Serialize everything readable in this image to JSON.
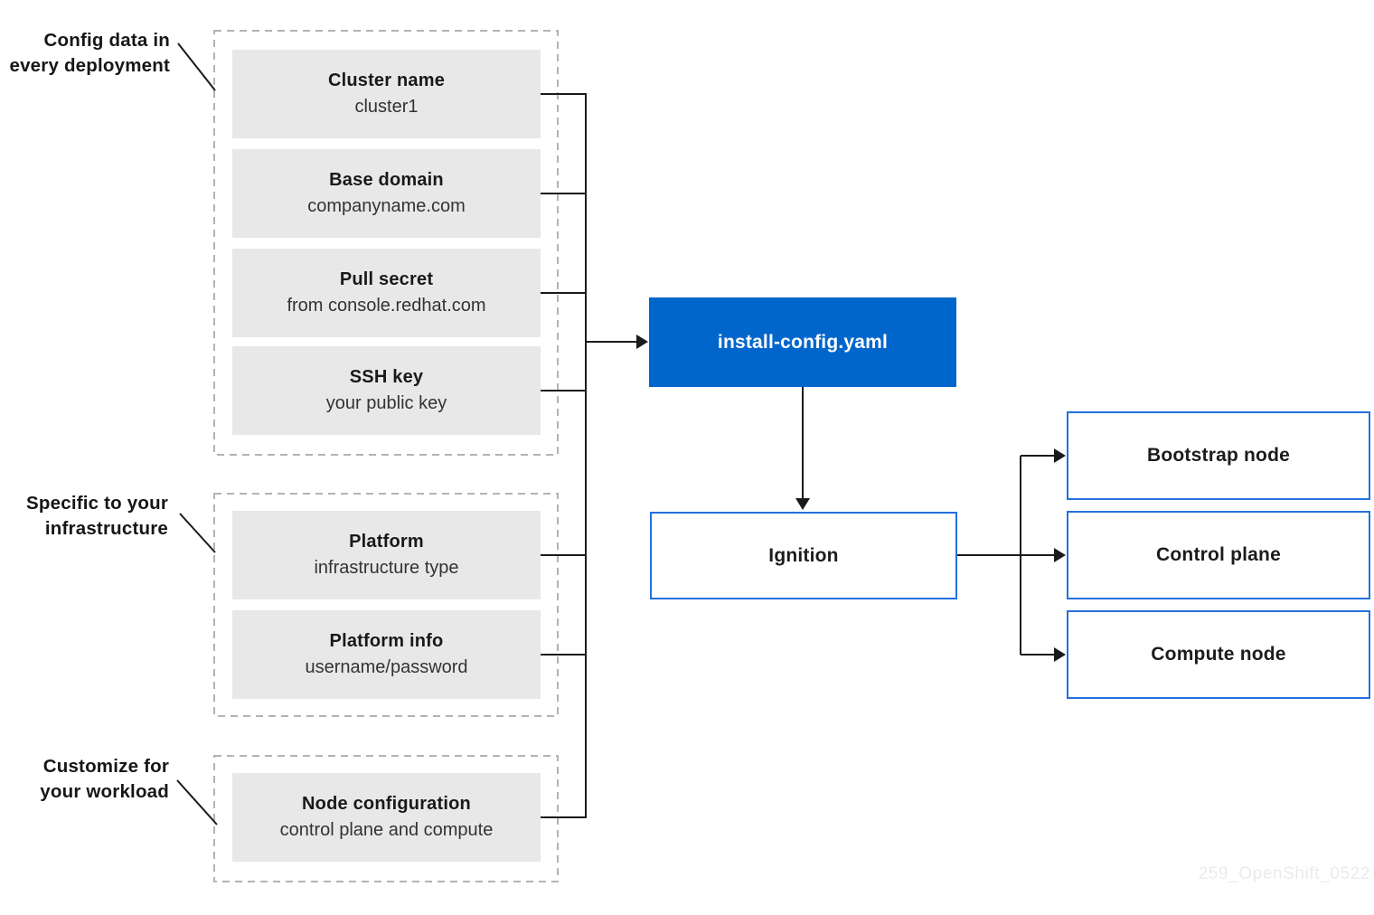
{
  "diagram": {
    "side_labels": [
      {
        "line1": "Config data in",
        "line2": "every deployment"
      },
      {
        "line1": "Specific to your",
        "line2": "infrastructure"
      },
      {
        "line1": "Customize for",
        "line2": "your workload"
      }
    ],
    "groups": [
      {
        "name": "config-data-in-every-deployment",
        "items": [
          {
            "title": "Cluster name",
            "subtitle": "cluster1"
          },
          {
            "title": "Base domain",
            "subtitle": "companyname.com"
          },
          {
            "title": "Pull secret",
            "subtitle": "from console.redhat.com"
          },
          {
            "title": "SSH key",
            "subtitle": "your public key"
          }
        ]
      },
      {
        "name": "specific-to-your-infrastructure",
        "items": [
          {
            "title": "Platform",
            "subtitle": "infrastructure type"
          },
          {
            "title": "Platform info",
            "subtitle": "username/password"
          }
        ]
      },
      {
        "name": "customize-for-your-workload",
        "items": [
          {
            "title": "Node configuration",
            "subtitle": "control plane and compute"
          }
        ]
      }
    ],
    "install_config": {
      "label": "install-config.yaml"
    },
    "ignition": {
      "label": "Ignition"
    },
    "outputs": [
      {
        "label": "Bootstrap node"
      },
      {
        "label": "Control plane"
      },
      {
        "label": "Compute node"
      }
    ],
    "watermark": "259_OpenShift_0522",
    "colors": {
      "accent_blue": "#0066cc",
      "outline_blue": "#2470de",
      "box_gray": "#e8e8e8",
      "dashed_border_gray": "#b3b3b6",
      "line_black": "#1a1a1a",
      "watermark_gray": "#e9ebed"
    }
  }
}
